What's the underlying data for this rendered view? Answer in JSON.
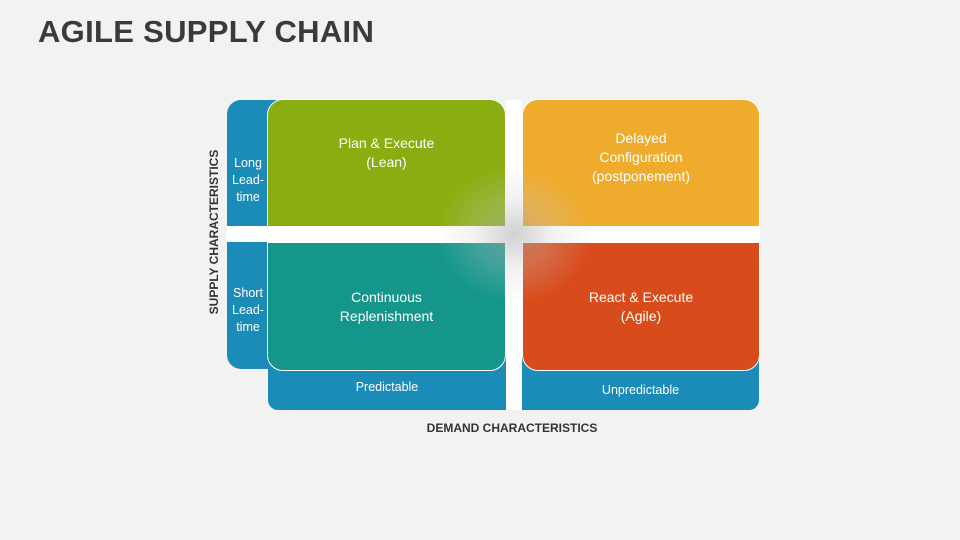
{
  "title": "AGILE SUPPLY CHAIN",
  "axes": {
    "supply": "SUPPLY CHARACTERISTICS",
    "demand": "DEMAND CHARACTERISTICS"
  },
  "supply_levels": [
    "Long\nLead-\ntime",
    "Short\nLead-\ntime"
  ],
  "demand_levels": [
    "Predictable",
    "Unpredictable"
  ],
  "quadrants": {
    "top_left": "Plan & Execute\n(Lean)",
    "top_right": "Delayed\nConfiguration\n(postponement)",
    "bottom_left": "Continuous\nReplenishment",
    "bottom_right": "React & Execute\n(Agile)"
  },
  "colors": {
    "axis_band": "#1b8bb8",
    "top_left": "#8aae12",
    "top_right": "#efab2b",
    "bottom_left": "#14968a",
    "bottom_right": "#d84c1c"
  }
}
